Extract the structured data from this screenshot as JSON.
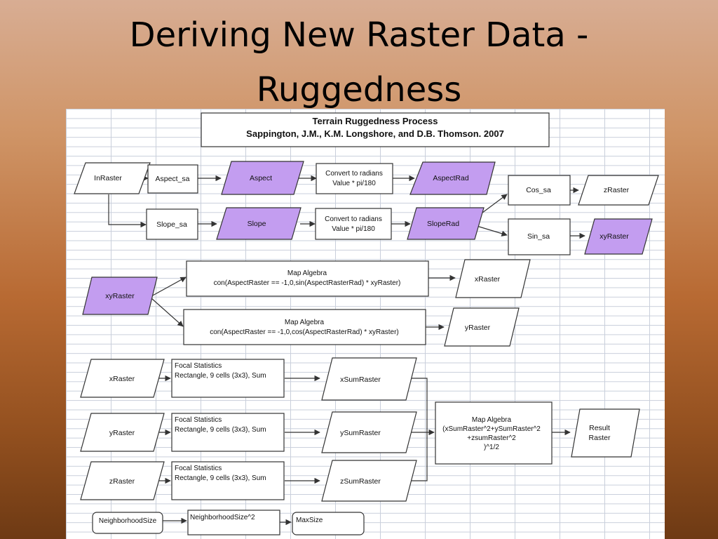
{
  "slide": {
    "title_line1": "Deriving New Raster Data -",
    "title_line2": "Ruggedness"
  },
  "colors": {
    "purple_fill": "#c39df0",
    "white_fill": "#ffffff",
    "stroke": "#333333"
  },
  "header_box": {
    "line1": "Terrain Ruggedness Process",
    "line2": "Sappington, J.M., K.M. Longshore, and D.B. Thomson. 2007"
  },
  "row1": {
    "inraster": "InRaster",
    "aspect_sa": "Aspect_sa",
    "aspect": "Aspect",
    "convert_a1": "Convert to radians",
    "convert_a2": "Value * pi/180",
    "aspectrad": "AspectRad",
    "slope_sa": "Slope_sa",
    "slope": "Slope",
    "convert_s1": "Convert to radians",
    "convert_s2": "Value * pi/180",
    "sloperad": "SlopeRad",
    "cos_sa": "Cos_sa",
    "zraster": "zRaster",
    "sin_sa": "Sin_sa",
    "xyraster": "xyRaster"
  },
  "row2": {
    "xyraster": "xyRaster",
    "mapalg_x1": "Map Algebra",
    "mapalg_x2": "con(AspectRaster == -1,0,sin(AspectRasterRad) * xyRaster)",
    "xraster": "xRaster",
    "mapalg_y1": "Map Algebra",
    "mapalg_y2": "con(AspectRaster == -1,0,cos(AspectRasterRad) * xyRaster)",
    "yraster": "yRaster"
  },
  "row3": {
    "xraster": "xRaster",
    "yraster": "yRaster",
    "zraster": "zRaster",
    "focal_x1": "Focal Statistics",
    "focal_x2": "Rectangle, 9 cells (3x3), Sum",
    "focal_y1": "Focal Statistics",
    "focal_y2": "Rectangle, 9 cells (3x3), Sum",
    "focal_z1": "Focal Statistics",
    "focal_z2": "Rectangle, 9 cells (3x3), Sum",
    "xsum": "xSumRaster",
    "ysum": "ySumRaster",
    "zsum": "zSumRaster",
    "mapalg1": "Map Algebra",
    "mapalg2": "(xSumRaster^2+ySumRaster^2",
    "mapalg3": "+zsumRaster^2",
    "mapalg4": ")^1/2",
    "result1": "Result",
    "result2": "Raster"
  },
  "row4": {
    "neighborhood": "NeighborhoodSize",
    "neighborhood_sq": "NeighborhoodSize^2",
    "maxsize": "MaxSize"
  }
}
